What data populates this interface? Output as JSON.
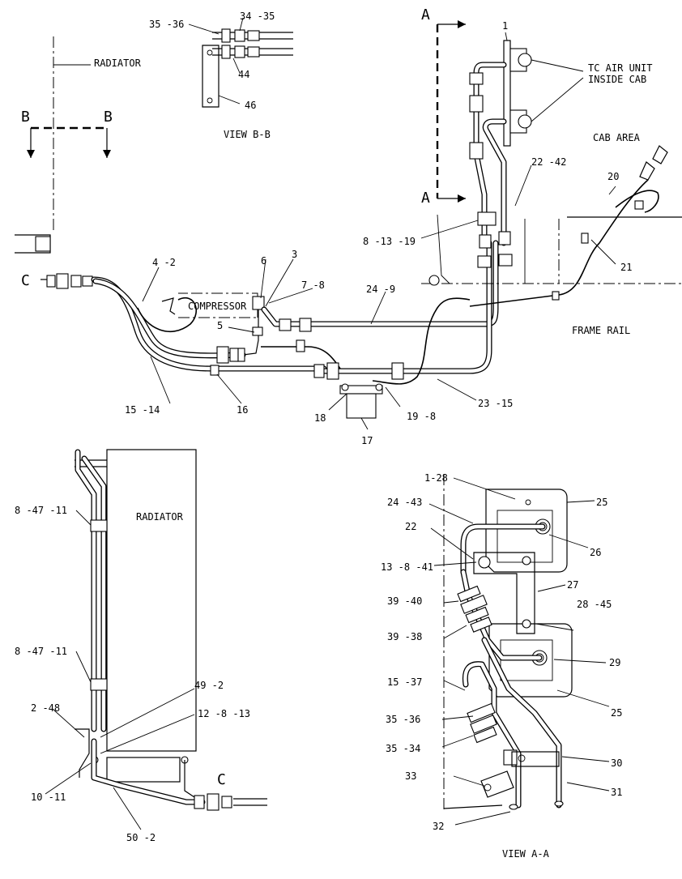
{
  "views": {
    "main": {
      "radiator_label": "RADIATOR",
      "compressor_label": "COMPRESSOR",
      "frame_rail_label": "FRAME RAIL",
      "cab_area_label": "CAB AREA",
      "tc_air_unit_label_1": "TC AIR UNIT",
      "tc_air_unit_label_2": "INSIDE CAB",
      "section_b_left": "B",
      "section_b_right": "B",
      "section_a_top": "A",
      "section_a_bottom": "A",
      "detail_c": "C"
    },
    "view_bb": {
      "title": "VIEW B-B"
    },
    "radiator_side": {
      "radiator_label": "RADIATOR",
      "detail_c": "C"
    },
    "view_aa": {
      "title": "VIEW A-A"
    }
  },
  "callouts": {
    "c_35_36_top": "35 -36",
    "c_34_35_top": "34 -35",
    "c_44": "44",
    "c_46": "46",
    "c_1": "1",
    "c_4_2": "4 -2",
    "c_6": "6",
    "c_3": "3",
    "c_7_8": "7 -8",
    "c_5": "5",
    "c_8_13_19": "8 -13 -19",
    "c_22_42": "22 -42",
    "c_20": "20",
    "c_21": "21",
    "c_24_9": "24 -9",
    "c_15_14": "15 -14",
    "c_16": "16",
    "c_18": "18",
    "c_19_8": "19 -8",
    "c_23_15": "23 -15",
    "c_17": "17",
    "c_8_47_11_a": "8 -47 -11",
    "c_8_47_11_b": "8 -47 -11",
    "c_49_2": "49 -2",
    "c_2_48": "2 -48",
    "c_12_8_13": "12 -8 -13",
    "c_10_11": "10 -11",
    "c_50_2": "50 -2",
    "c_1_28": "1-28",
    "c_24_43": "24 -43",
    "c_25_a": "25",
    "c_22": "22",
    "c_26": "26",
    "c_13_8_41": "13 -8 -41",
    "c_27": "27",
    "c_39_40": "39 -40",
    "c_28_45": "28 -45",
    "c_39_38": "39 -38",
    "c_29": "29",
    "c_15_37": "15 -37",
    "c_25_b": "25",
    "c_35_36": "35 -36",
    "c_35_34": "35 -34",
    "c_30": "30",
    "c_33": "33",
    "c_31": "31",
    "c_32": "32"
  }
}
